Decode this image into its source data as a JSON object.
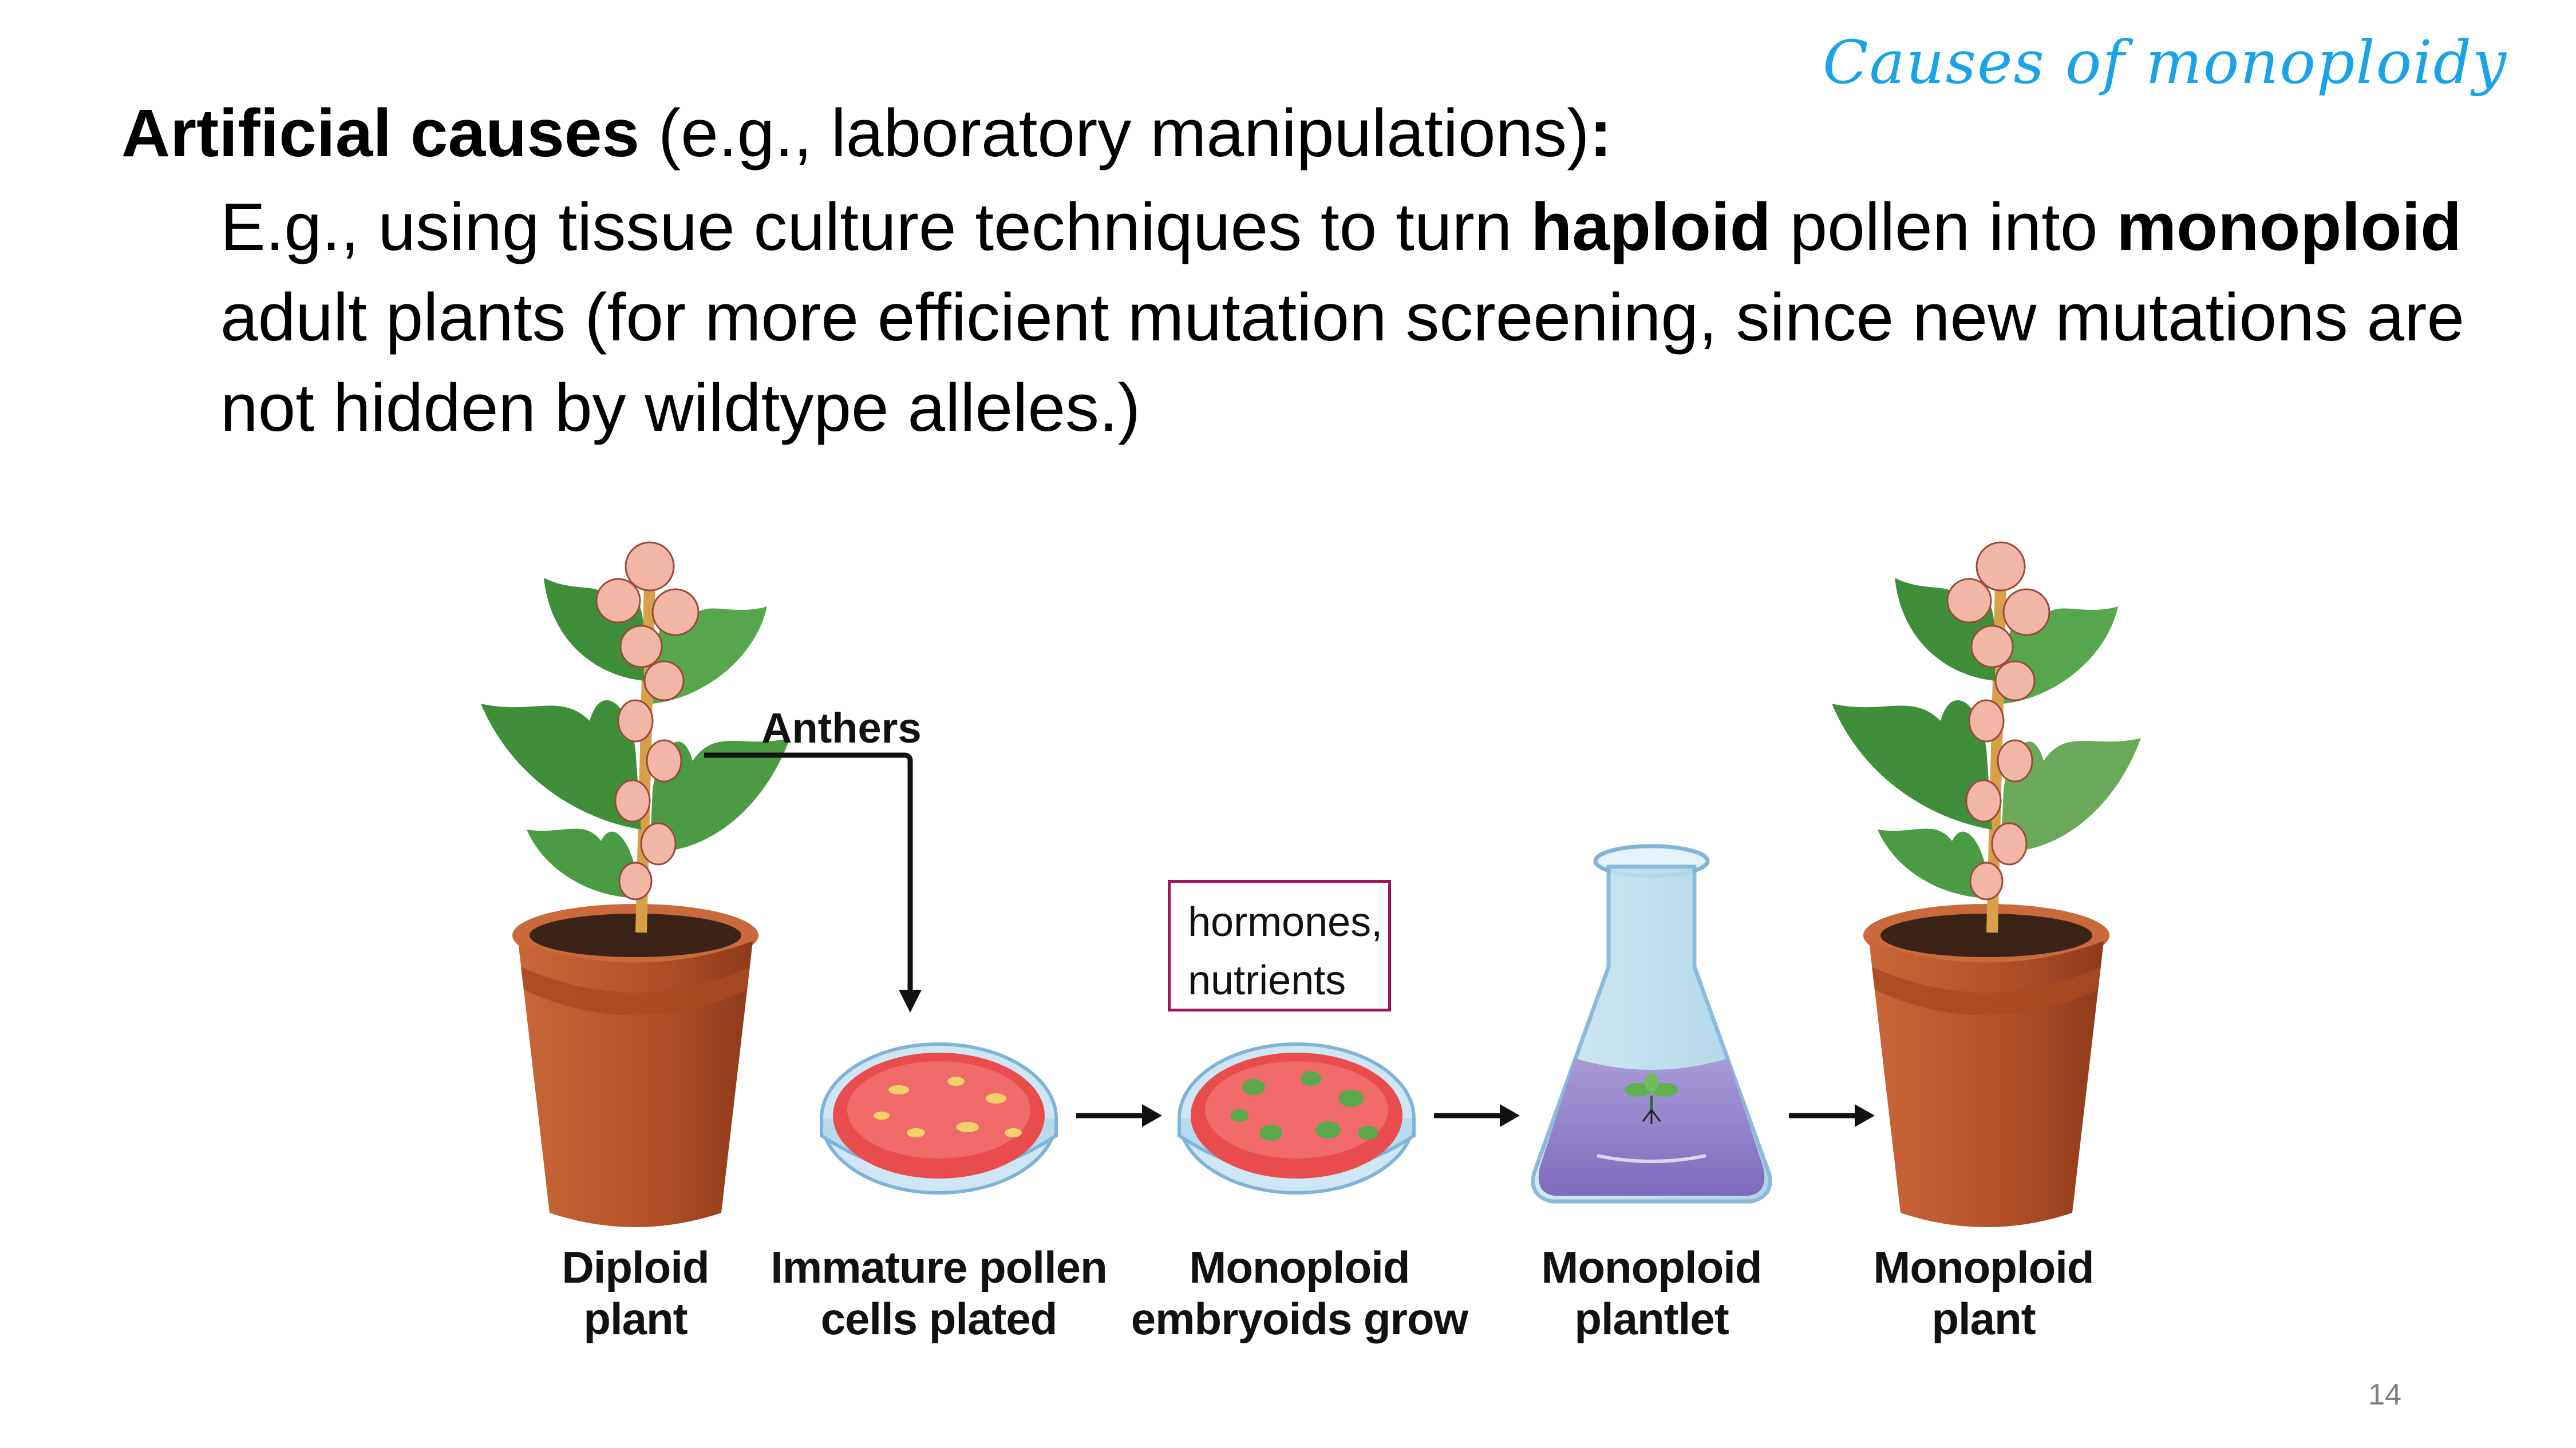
{
  "topic_tag": "Causes of monoploidy",
  "heading": {
    "bold": "Artificial causes",
    "normal": " (e.g., laboratory manipulations)",
    "colon": ":"
  },
  "body": {
    "part1": "E.g., using tissue culture techniques to turn ",
    "bold1": "haploid",
    "part2": " pollen into ",
    "bold2": "monoploid",
    "part3": " adult plants (for more efficient mutation screening, since new mutations are not hidden by wildtype alleles.)"
  },
  "figure": {
    "anthers_label": "Anthers",
    "box_line1": "hormones,",
    "box_line2": "nutrients",
    "steps": [
      {
        "line1": "Diploid",
        "line2": "plant"
      },
      {
        "line1": "Immature pollen",
        "line2": "cells plated"
      },
      {
        "line1": "Monoploid",
        "line2": "embryoids grow"
      },
      {
        "line1": "Monoploid",
        "line2": "plantlet"
      },
      {
        "line1": "Monoploid",
        "line2": "plant"
      }
    ]
  },
  "colors": {
    "topic_tag": "#1aa3e6",
    "box_border": "#a0155a",
    "pot": "#b8542a",
    "leaf": "#3f8f3a",
    "flower": "#f2b6a6",
    "dish_medium": "#e94c4c",
    "flask_liquid": "#8f7fc7"
  },
  "page_number": "14"
}
